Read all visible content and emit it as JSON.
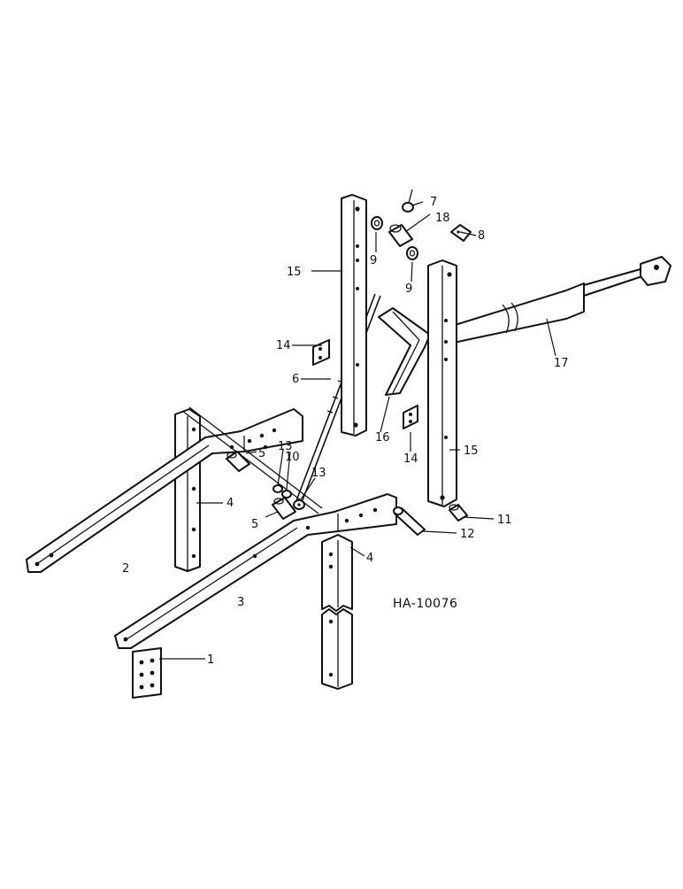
{
  "diagram": {
    "drawing_number": "HA-10076",
    "callouts": {
      "c1": "1",
      "c2": "2",
      "c3": "3",
      "c4a": "4",
      "c4b": "4",
      "c5a": "5",
      "c5b": "5",
      "c6": "6",
      "c7": "7",
      "c8": "8",
      "c9a": "9",
      "c9b": "9",
      "c10": "10",
      "c11": "11",
      "c12": "12",
      "c13a": "13",
      "c13b": "13",
      "c14a": "14",
      "c14b": "14",
      "c15a": "15",
      "c15b": "15",
      "c16": "16",
      "c17": "17",
      "c18": "18"
    }
  }
}
